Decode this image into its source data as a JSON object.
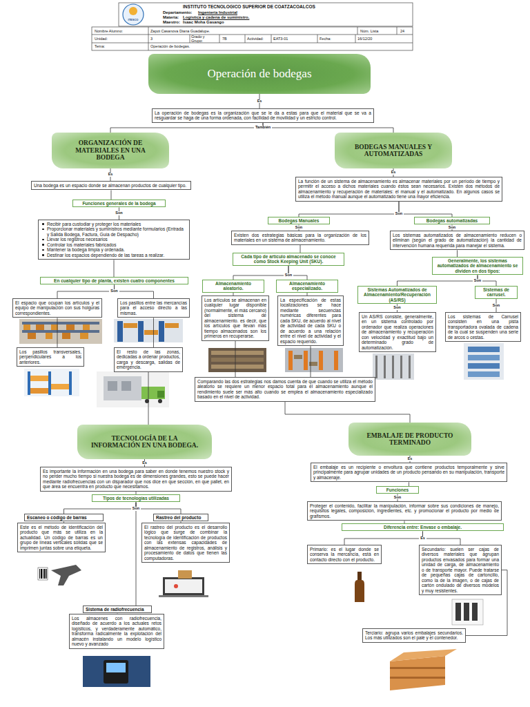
{
  "diagram": {
    "nodes": [
      {
        "text": [
          "Operación de bodegas"
        ]
      },
      {
        "text": [
          "La operación de bodegas es la organización que se le da a estas para que el material que se va a resguardar se haga de una forma ordenada, con facilidad de movilidad y un estricto control."
        ]
      },
      {
        "text": [
          "ORGANIZACIÓN DE MATERIALES EN UNA BODEGA"
        ]
      },
      {
        "text": [
          "BODEGAS MANUALES Y AUTOMATIZADAS"
        ]
      },
      {
        "text": [
          "Una bodega es un espacio donde se almacenan productos de cualquier tipo."
        ]
      },
      {
        "text": [
          "Funciones generales de la bodega"
        ]
      },
      {
        "text": [
          "Recibir para custodiar y proteger los materiales",
          "Proporcionar materiales y suministros mediante formularios (Entrada y Salida Bodega, Factura, Guía de Despacho)",
          "Llevar los registros necesarios",
          "Controlar los materiales fabricados",
          "Mantener la bodega limpia y ordenada.",
          "Destinar los espacios dependiendo de las tareas a realizar."
        ]
      },
      {
        "text": [
          "En cualquier tipo de planta, existen cuatro componentes"
        ]
      },
      {
        "text": [
          "El espacio que ocupan los artículos y el equipo de manipulación con sus holguras correspondientes."
        ]
      },
      {
        "text": [
          "Los pasillos entre las mercancías para el acceso directo a las mismas."
        ]
      },
      {
        "text": [
          "Los pasillos transversales, perpendiculares a los anteriores."
        ]
      },
      {
        "text": [
          "El resto de las zonas, dedicadas a ordenar productos, carga y descarga, salidas de emergencia."
        ]
      },
      {
        "text": [
          "La función de un sistema de almacenamiento es almacenar materiales por un período de tiempo y permitir el acceso a dichos materiales cuando éstos sean necesarios. Existen dos métodos de almacenamiento y recuperación de materiales: el manual y el automatizado. En algunos casos se utiliza el método manual aunque el automatizado tiene una mayor eficiencia."
        ]
      },
      {
        "text": [
          "Bodegas Manuales"
        ]
      },
      {
        "text": [
          "Bodegas automatizadas"
        ]
      },
      {
        "text": [
          "Existen dos estrategias básicas para la organización de los materiales en un sistema de almacenamiento."
        ]
      },
      {
        "text": [
          "Cada tipo de artículo almacenado se conoce como Stock Keeping Unit (SKU)."
        ]
      },
      {
        "text": [
          "Almacenamiento aleatorio."
        ]
      },
      {
        "text": [
          "Almacenamiento especializado."
        ]
      },
      {
        "text": [
          "Los artículos se almacenan en cualquier lugar disponible (normalmente, el más cercano) del sistema de almacenamiento. es decir, que los artículos que llevan más tiempo almacenados son los primeros en recuperarse."
        ]
      },
      {
        "text": [
          "La especificación de estas localizaciones se hace mediante secuencias numéricas diferentes para cada SKU, de acuerdo al nivel de actividad de cada SKU o de acuerdo a una relación entre el nivel de actividad y el espacio requerido."
        ]
      },
      {
        "text": [
          "Comparando las dos estrategias nos damos cuenta de que cuando se utiliza el método aleatorio se requiere un menor espacio total para el almacenamiento aunque el rendimiento suele ser más alto cuando se emplea el almacenamiento especializado basado en el nivel de actividad."
        ]
      },
      {
        "text": [
          "Los sistemas automatizados de almacenamiento reducen o eliminan (según el grado de automatización) la cantidad de intervención humana requerida para manejar el sistema."
        ]
      },
      {
        "text": [
          "Generalmente, los sistemas automatizados de almacenamiento se dividen en dos tipos:"
        ]
      },
      {
        "text": [
          "Sistemas Automatizados de Almacenamiento/Recuperación (AS/RS)"
        ]
      },
      {
        "text": [
          "Sistemas de carrusel."
        ]
      },
      {
        "text": [
          "Un AS/RS consiste, generalmente, en un sistema controlado por ordenador que realiza operaciones de almacenamiento y recuperación con velocidad y exactitud bajo un determinado grado de automatización."
        ]
      },
      {
        "text": [
          "Los sistemas de Carrusel consisten en una pista transportadora ovalada de cadena de la cual se suspenden una serie de arcos o cestas."
        ]
      },
      {
        "text": [
          "TECNOLOGÍA DE LA INFORMACIÓN EN UNA BODEGA."
        ]
      },
      {
        "text": [
          "Es importante la información en una bodega para saber en donde tenemos nuestro stock y no perder mucho tiempo si nuestra bodega es de dimensiones grandes, esto se puede hacer mediante radiofrecuencias con un disparador que nos dice en que sección, en que pallet, en que área se encuentra en producto que necesitamos."
        ]
      },
      {
        "text": [
          "Tipos de tecnologías utilizadas"
        ]
      },
      {
        "text": [
          "Escaneo o código de barras"
        ]
      },
      {
        "text": [
          "Rastreo del producto"
        ]
      },
      {
        "text": [
          "Sistema de radiofrecuencia"
        ]
      },
      {
        "text": [
          "Este es el método de identificación del producto que más se utiliza en la actualidad. Un código de barras es un grupo de líneas verticales sólidas que se imprimen juntas sobre una etiqueta."
        ]
      },
      {
        "text": [
          "El rastreo del producto es el desarrollo lógico que surge de combinar la tecnología de identificación de productos con las extensas capacidades de almacenamiento de registros, análisis y procesamiento de datos que tienen las computadoras."
        ]
      },
      {
        "text": [
          "Los almacenes con radiofrecuencia, diseñado de acuerdo a los actuales retos logísticos, y verdaderamente automático, transforma radicalmente la explotación del almacén instalando un modelo logístico nuevo y avanzado"
        ]
      },
      {
        "text": [
          "EMBALAJE DE PRODUCTO TERMINADO"
        ]
      },
      {
        "text": [
          "El embalaje es un recipiente o envoltura que contiene productos temporalmente y sirve principalmente para agrupar unidades de un producto pensando en su manipulación, transporte y almacenaje."
        ]
      },
      {
        "text": [
          "Funciones"
        ]
      },
      {
        "text": [
          "Proteger el contenido, facilitar la manipulación, informar sobre sus condiciones de manejo, requisitos legales, composición, ingredientes, etc. y promocionar el producto por medio de grafismos."
        ]
      },
      {
        "text": [
          "Diferencia entre: Envase o embalaje."
        ]
      },
      {
        "text": [
          "Primario: es el lugar donde se conserva la mercancía, está en contacto directo con el producto."
        ]
      },
      {
        "text": [
          "Secundario: suelen ser cajas de diversos materiales que agrupan productos envasados para formar una unidad de carga, de almacenamiento o de transporte mayor. Puede tratarse de pequeñas cajas de cartoncillo, como la de la imagen, o de cajas de cartón ondulado de diversos modelos y muy resistentes."
        ]
      },
      {
        "text": [
          "Terciario: agrupa varios embalajes secundarios. Los más utilizados son el palé y el contenedor."
        ]
      }
    ],
    "edges": [
      {
        "from": 0,
        "to": 1,
        "label": "Es",
        "arrow": "none"
      },
      {
        "from": 1,
        "to": 2,
        "label": "También",
        "arrow": "none"
      },
      {
        "from": 1,
        "to": 3,
        "arrow": "none"
      },
      {
        "from": 2,
        "to": 4,
        "label": "Es",
        "arrow": "none"
      },
      {
        "from": 4,
        "to": 5,
        "arrow": "none"
      },
      {
        "from": 5,
        "to": 6,
        "label": "Son",
        "arrow": "none"
      },
      {
        "from": 6,
        "to": 7,
        "arrow": "none"
      },
      {
        "from": 7,
        "to": 8,
        "label": "Son",
        "arrow": "none"
      },
      {
        "from": 7,
        "to": 9,
        "arrow": "none"
      },
      {
        "from": 8,
        "to": 10,
        "arrow": "none"
      },
      {
        "from": 9,
        "to": 11,
        "arrow": "none"
      },
      {
        "from": 11,
        "to": 28,
        "arrow": "none"
      },
      {
        "from": 3,
        "to": 12,
        "label": "Es",
        "arrow": "none"
      },
      {
        "from": 12,
        "to": 13,
        "label": "Son",
        "arrow": "none"
      },
      {
        "from": 12,
        "to": 14,
        "arrow": "none"
      },
      {
        "from": 13,
        "to": 15,
        "label": "Son",
        "arrow": "none"
      },
      {
        "from": 15,
        "to": 16,
        "arrow": "none"
      },
      {
        "from": 16,
        "to": 17,
        "label": "Son",
        "arrow": "none"
      },
      {
        "from": 16,
        "to": 18,
        "arrow": "none"
      },
      {
        "from": 17,
        "to": 19,
        "arrow": "none"
      },
      {
        "from": 18,
        "to": 20,
        "arrow": "none"
      },
      {
        "from": 19,
        "to": 21,
        "arrow": "none"
      },
      {
        "from": 20,
        "to": 21,
        "arrow": "none"
      },
      {
        "from": 14,
        "to": 22,
        "label": "Son",
        "arrow": "none"
      },
      {
        "from": 22,
        "to": 23,
        "arrow": "none"
      },
      {
        "from": 23,
        "to": 24,
        "label": "Son",
        "arrow": "none"
      },
      {
        "from": 23,
        "to": 25,
        "arrow": "none"
      },
      {
        "from": 24,
        "to": 26,
        "label": "Son",
        "arrow": "none"
      },
      {
        "from": 25,
        "to": 27,
        "label": "Son",
        "arrow": "none"
      },
      {
        "from": 21,
        "to": 37,
        "arrow": "none"
      },
      {
        "from": 28,
        "to": 29,
        "label": "Es",
        "arrow": "none"
      },
      {
        "from": 29,
        "to": 30,
        "arrow": "none"
      },
      {
        "from": 30,
        "to": 31,
        "label": "Son",
        "arrow": "none"
      },
      {
        "from": 30,
        "to": 32,
        "arrow": "none"
      },
      {
        "from": 30,
        "to": 33,
        "arrow": "none"
      },
      {
        "from": 31,
        "to": 34,
        "arrow": "none"
      },
      {
        "from": 32,
        "to": 35,
        "arrow": "none"
      },
      {
        "from": 33,
        "to": 36,
        "arrow": "none"
      },
      {
        "from": 37,
        "to": 38,
        "label": "Es",
        "arrow": "none"
      },
      {
        "from": 38,
        "to": 39,
        "arrow": "none"
      },
      {
        "from": 39,
        "to": 40,
        "label": "Son",
        "arrow": "none"
      },
      {
        "from": 40,
        "to": 41,
        "arrow": "none"
      },
      {
        "from": 41,
        "to": 42,
        "label": "Es",
        "arrow": "none"
      },
      {
        "from": 41,
        "to": 43,
        "arrow": "none"
      },
      {
        "from": 43,
        "to": 44,
        "arrow": "none"
      }
    ],
    "labels": [
      "INSTITUTO TECNOLOGICO SUPERIOR DE COATZACOALCOS",
      "ITESCO",
      "Departamento:",
      "Ingeniería Industrial",
      "Materia:",
      "Logística y cadena de suministro.",
      "Maestro:",
      "Isaac Moha Gasango",
      "Nombre Alumno:",
      "Zapot Casanova Diana Guadalupe.",
      "Núm. Lista",
      "24",
      "Unidad:",
      "3",
      "Grado y Grupo:",
      "7B",
      "Actividad:",
      "EAT3-01",
      "Fecha:",
      "16/12/20",
      "Tema:",
      "Operación de bodegas."
    ]
  }
}
